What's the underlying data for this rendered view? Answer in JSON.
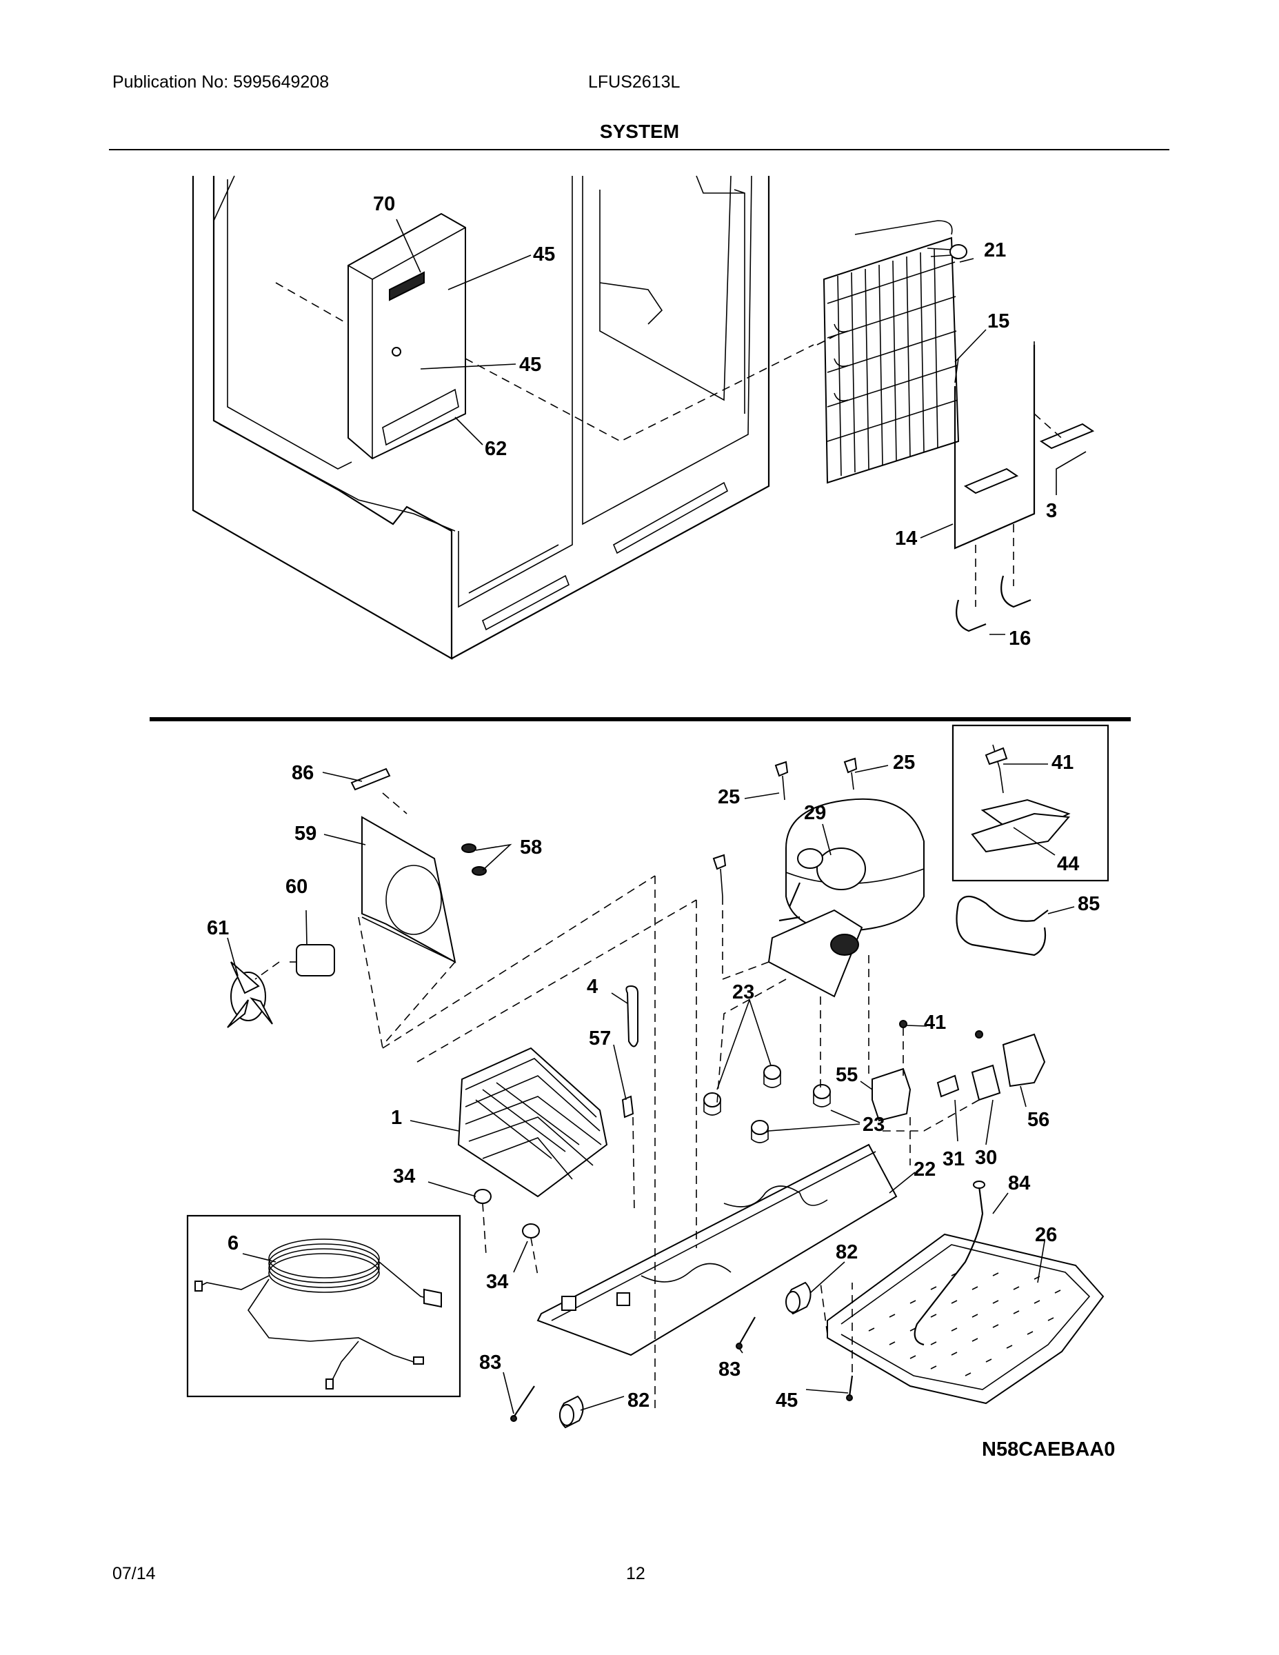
{
  "header": {
    "publication": "Publication No: 5995649208",
    "model": "LFUS2613L",
    "title": "SYSTEM"
  },
  "callouts": {
    "c70": "70",
    "c45a": "45",
    "c45b": "45",
    "c62": "62",
    "c21": "21",
    "c15": "15",
    "c3": "3",
    "c14": "14",
    "c16": "16",
    "c86": "86",
    "c59": "59",
    "c58": "58",
    "c60": "60",
    "c61": "61",
    "c25a": "25",
    "c25b": "25",
    "c29": "29",
    "c41a": "41",
    "c44": "44",
    "c85": "85",
    "c4": "4",
    "c57": "57",
    "c23a": "23",
    "c23b": "23",
    "c41b": "41",
    "c55": "55",
    "c56": "56",
    "c1": "1",
    "c31": "31",
    "c30": "30",
    "c34a": "34",
    "c34b": "34",
    "c22": "22",
    "c84": "84",
    "c26": "26",
    "c6": "6",
    "c82a": "82",
    "c82b": "82",
    "c83a": "83",
    "c83b": "83",
    "c45c": "45"
  },
  "footer": {
    "diagram_code": "N58CAEBAA0",
    "date": "07/14",
    "page": "12"
  }
}
